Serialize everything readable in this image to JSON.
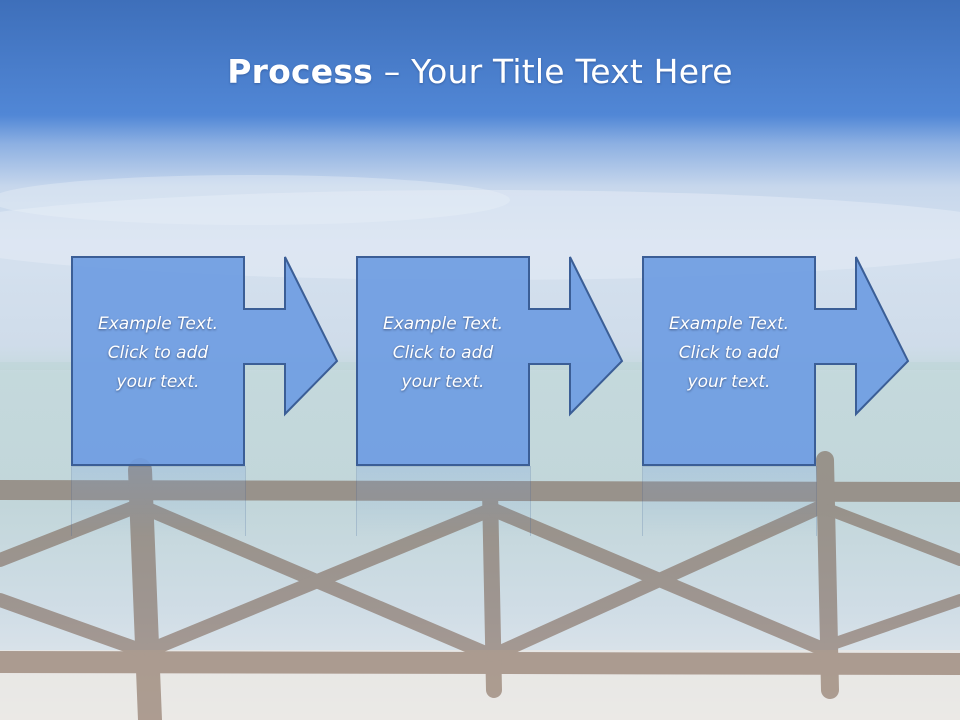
{
  "slide": {
    "title_bold": "Process",
    "title_rest": " – Your Title Text Here"
  },
  "process": {
    "steps": [
      {
        "lines": [
          "Example Text.",
          "Click  to add",
          "your text."
        ]
      },
      {
        "lines": [
          "Example Text.",
          "Click  to add",
          "your text."
        ]
      },
      {
        "lines": [
          "Example Text.",
          "Click  to add",
          "your text."
        ]
      }
    ]
  },
  "colors": {
    "header_blue": "#4a7fcf",
    "shape_fill": "#6f9de2",
    "shape_border": "#3b5e96",
    "fence_brown": "#6b4a36"
  }
}
